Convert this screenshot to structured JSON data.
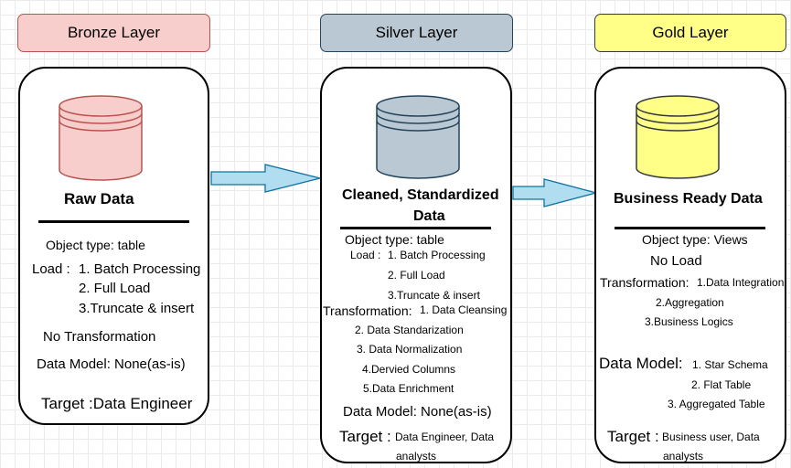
{
  "colors": {
    "bronze_fill": "#f8cecc",
    "bronze_stroke": "#b85450",
    "silver_fill": "#bac8d3",
    "silver_stroke": "#23445d",
    "gold_fill": "#ffff88",
    "gold_stroke": "#36393d",
    "arrow_fill": "#b1ddf0",
    "arrow_stroke": "#10739e"
  },
  "bronze": {
    "header": "Bronze Layer",
    "title": "Raw Data",
    "object_type": "Object type: table",
    "load_label": "Load :",
    "load_items": [
      "1. Batch Processing",
      "2. Full Load",
      "3.Truncate & insert"
    ],
    "transformation": "No Transformation",
    "data_model": "Data Model: None(as-is)",
    "target": "Target :Data Engineer",
    "icon": "database-icon"
  },
  "silver": {
    "header": "Silver Layer",
    "title_line1": "Cleaned, Standardized",
    "title_line2": "Data",
    "object_type": "Object type: table",
    "load_label": "Load :",
    "load_items": [
      "1. Batch Processing",
      "2. Full Load",
      "3.Truncate & insert"
    ],
    "transformation_label": "Transformation:",
    "transformation_items": [
      "1. Data Cleansing",
      "2. Data Standarization",
      "3. Data Normalization",
      "4.Dervied Columns",
      "5.Data Enrichment"
    ],
    "data_model": "Data Model: None(as-is)",
    "target_label": "Target :",
    "target_value_line1": "Data Engineer, Data",
    "target_value_line2": "analysts",
    "icon": "database-icon"
  },
  "gold": {
    "header": "Gold Layer",
    "title": "Business Ready Data",
    "object_type": "Object type: Views",
    "load": "No Load",
    "transformation_label": "Transformation:",
    "transformation_items": [
      "1.Data Integration",
      "2.Aggregation",
      "3.Business Logics"
    ],
    "data_model_label": "Data Model:",
    "data_model_items": [
      "1. Star Schema",
      "2. Flat Table",
      "3. Aggregated Table"
    ],
    "target_label": "Target :",
    "target_value_line1": "Business user, Data",
    "target_value_line2": "analysts",
    "icon": "database-icon"
  }
}
